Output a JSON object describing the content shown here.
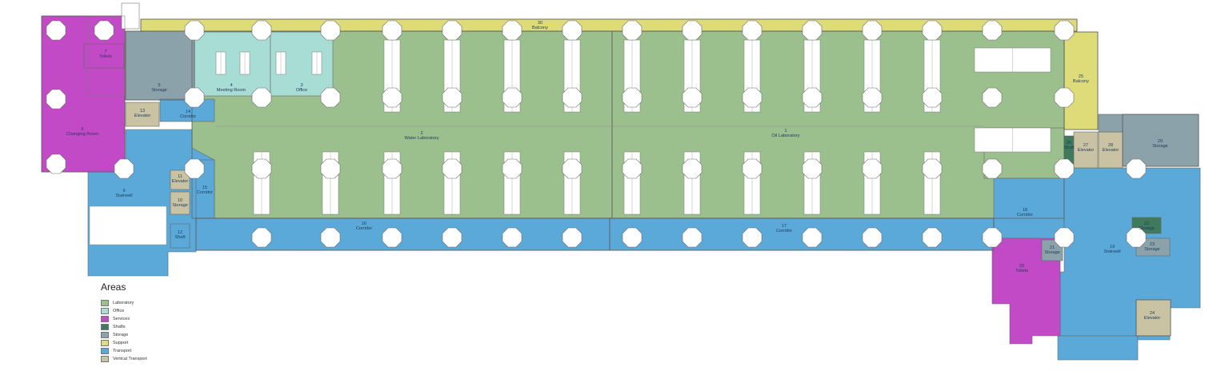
{
  "legend": {
    "title": "Areas",
    "items": [
      {
        "label": "Laboratory",
        "color": "#9cbf8e"
      },
      {
        "label": "Office",
        "color": "#a8ddd6"
      },
      {
        "label": "Services",
        "color": "#c24ac6"
      },
      {
        "label": "Shafts",
        "color": "#3f7a5c"
      },
      {
        "label": "Storage",
        "color": "#8ca2ab"
      },
      {
        "label": "Support",
        "color": "#dedc78"
      },
      {
        "label": "Transport",
        "color": "#5aa9d9"
      },
      {
        "label": "Vertical Transport",
        "color": "#c9c3a3"
      }
    ]
  },
  "rooms": [
    {
      "id": "r1",
      "num": "1",
      "name": "Oil Laboratory",
      "type": "Laboratory"
    },
    {
      "id": "r2",
      "num": "2",
      "name": "Water Laboratory",
      "type": "Laboratory"
    },
    {
      "id": "r3",
      "num": "3",
      "name": "Office",
      "type": "Office"
    },
    {
      "id": "r4",
      "num": "4",
      "name": "Meeting Room",
      "type": "Office"
    },
    {
      "id": "r5",
      "num": "5",
      "name": "Storage",
      "type": "Storage"
    },
    {
      "id": "r6",
      "num": "6",
      "name": "Changing Room",
      "type": "Services"
    },
    {
      "id": "r7",
      "num": "7",
      "name": "Toilets",
      "type": "Services"
    },
    {
      "id": "r9",
      "num": "9",
      "name": "Stairwell",
      "type": "Transport"
    },
    {
      "id": "r10",
      "num": "10",
      "name": "Storage",
      "type": "Vertical Transport"
    },
    {
      "id": "r11",
      "num": "11",
      "name": "Elevator",
      "type": "Vertical Transport"
    },
    {
      "id": "r12",
      "num": "12",
      "name": "Shaft",
      "type": "Transport"
    },
    {
      "id": "r13",
      "num": "13",
      "name": "Elevator",
      "type": "Vertical Transport"
    },
    {
      "id": "r14",
      "num": "14",
      "name": "Corridor",
      "type": "Transport"
    },
    {
      "id": "r15",
      "num": "15",
      "name": "Corridor",
      "type": "Transport"
    },
    {
      "id": "r16",
      "num": "16",
      "name": "Corridor",
      "type": "Transport"
    },
    {
      "id": "r17",
      "num": "17",
      "name": "Corridor",
      "type": "Transport"
    },
    {
      "id": "r18",
      "num": "18",
      "name": "Corridor",
      "type": "Transport"
    },
    {
      "id": "r19",
      "num": "19",
      "name": "Stairwell",
      "type": "Transport"
    },
    {
      "id": "r20",
      "num": "20",
      "name": "Toilets",
      "type": "Services"
    },
    {
      "id": "r21",
      "num": "21",
      "name": "Storage",
      "type": "Storage"
    },
    {
      "id": "r22",
      "num": "22",
      "name": "Storage",
      "type": "Shafts"
    },
    {
      "id": "r23",
      "num": "23",
      "name": "Storage",
      "type": "Storage"
    },
    {
      "id": "r24",
      "num": "24",
      "name": "Elevator",
      "type": "Vertical Transport"
    },
    {
      "id": "r25",
      "num": "25",
      "name": "Balcony",
      "type": "Support"
    },
    {
      "id": "r26",
      "num": "26",
      "name": "Shaft",
      "type": "Shafts"
    },
    {
      "id": "r27",
      "num": "27",
      "name": "Elevator",
      "type": "Vertical Transport"
    },
    {
      "id": "r28",
      "num": "28",
      "name": "Elevator",
      "type": "Vertical Transport"
    },
    {
      "id": "r29",
      "num": "29",
      "name": "Storage",
      "type": "Storage"
    },
    {
      "id": "r30",
      "num": "30",
      "name": "Balcony",
      "type": "Support"
    }
  ]
}
